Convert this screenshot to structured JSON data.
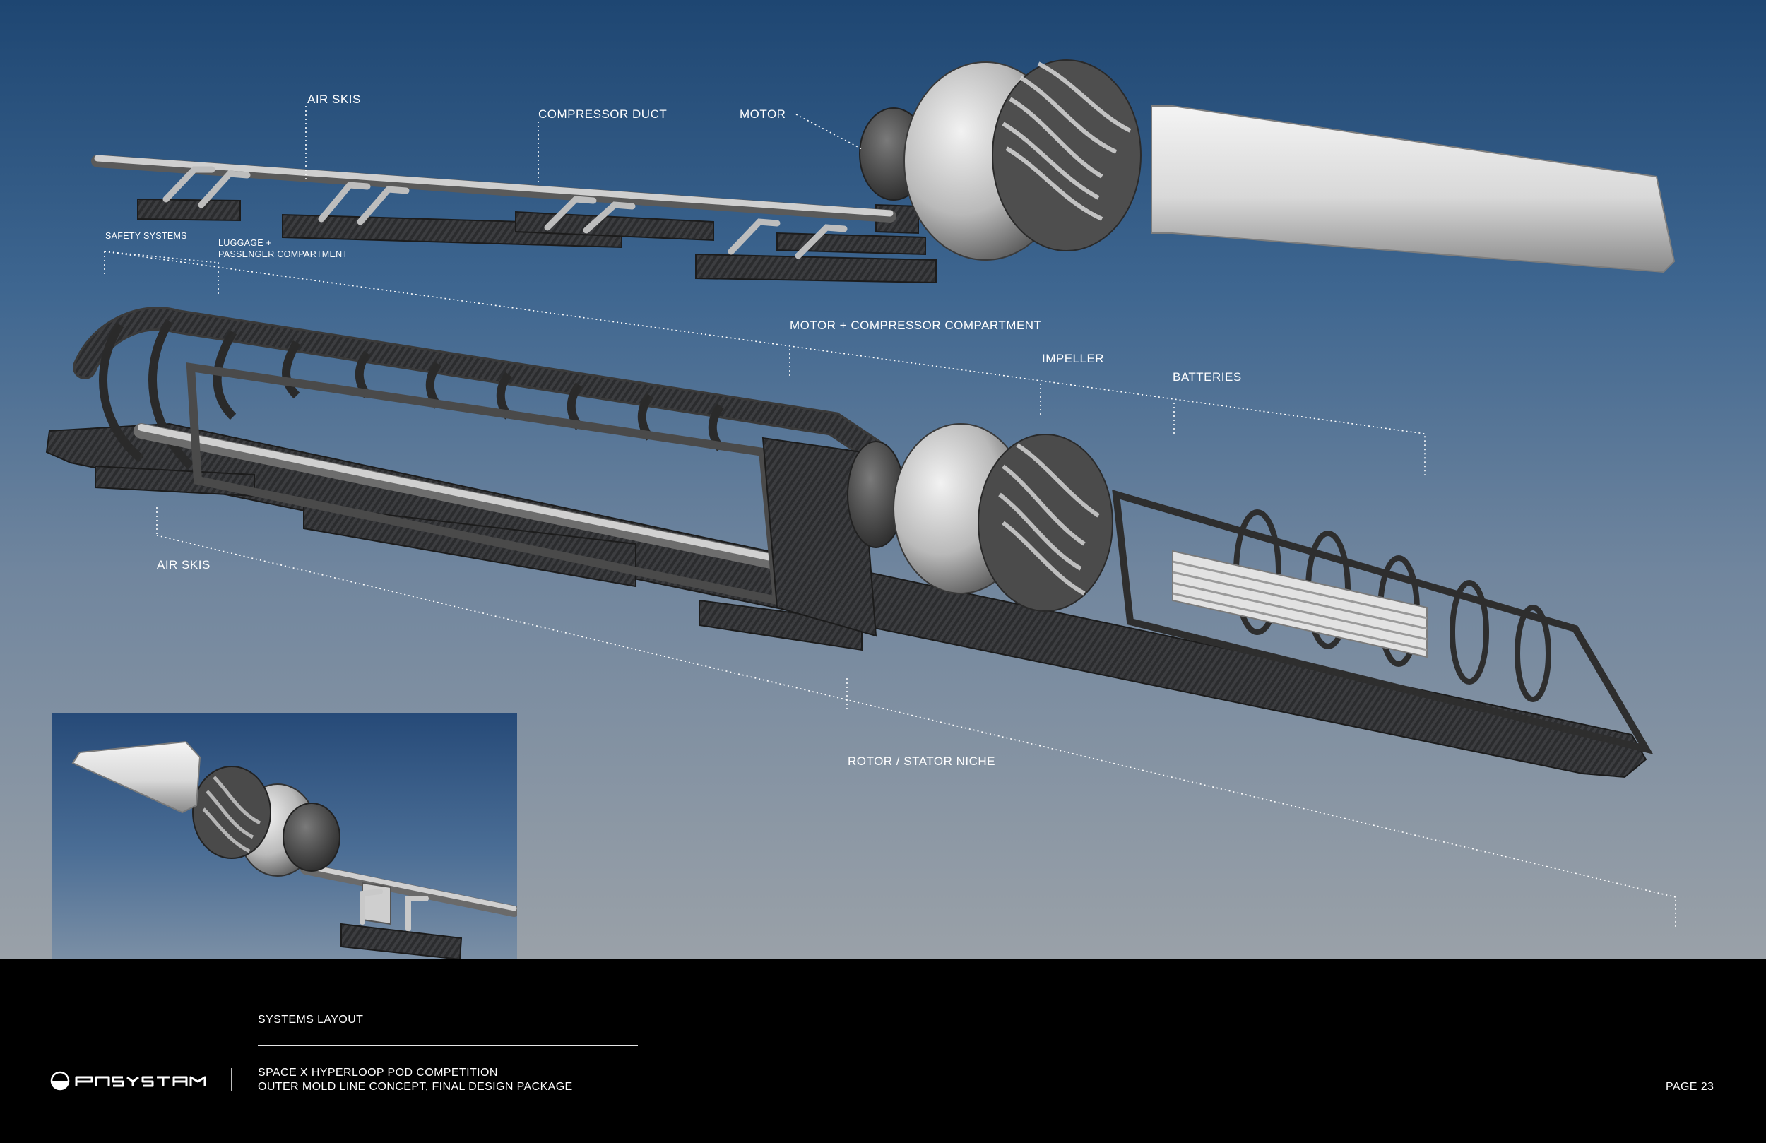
{
  "labels": {
    "air_skis_top": "AIR SKIS",
    "compressor_duct": "COMPRESSOR DUCT",
    "motor": "MOTOR",
    "safety_systems": "SAFETY SYSTEMS",
    "luggage_1": "LUGGAGE +",
    "luggage_2": "PASSENGER COMPARTMENT",
    "motor_compressor": "MOTOR + COMPRESSOR COMPARTMENT",
    "impeller": "IMPELLER",
    "batteries": "BATTERIES",
    "air_skis_bottom": "AIR SKIS",
    "rotor_stator": "ROTOR / STATOR NICHE"
  },
  "footer": {
    "section_title": "SYSTEMS LAYOUT",
    "line1": "SPACE X HYPERLOOP POD COMPETITION",
    "line2": "OUTER MOLD LINE CONCEPT, FINAL DESIGN PACKAGE",
    "page": "PAGE 23",
    "logo_icon": "half-circle-logo-icon"
  },
  "colors": {
    "background_top": "#1e4672",
    "background_bottom": "#9aa1a8",
    "footer": "#000000",
    "label": "#ffffff",
    "carbon": "#2e2f31",
    "metal": "#c9c9c9"
  }
}
